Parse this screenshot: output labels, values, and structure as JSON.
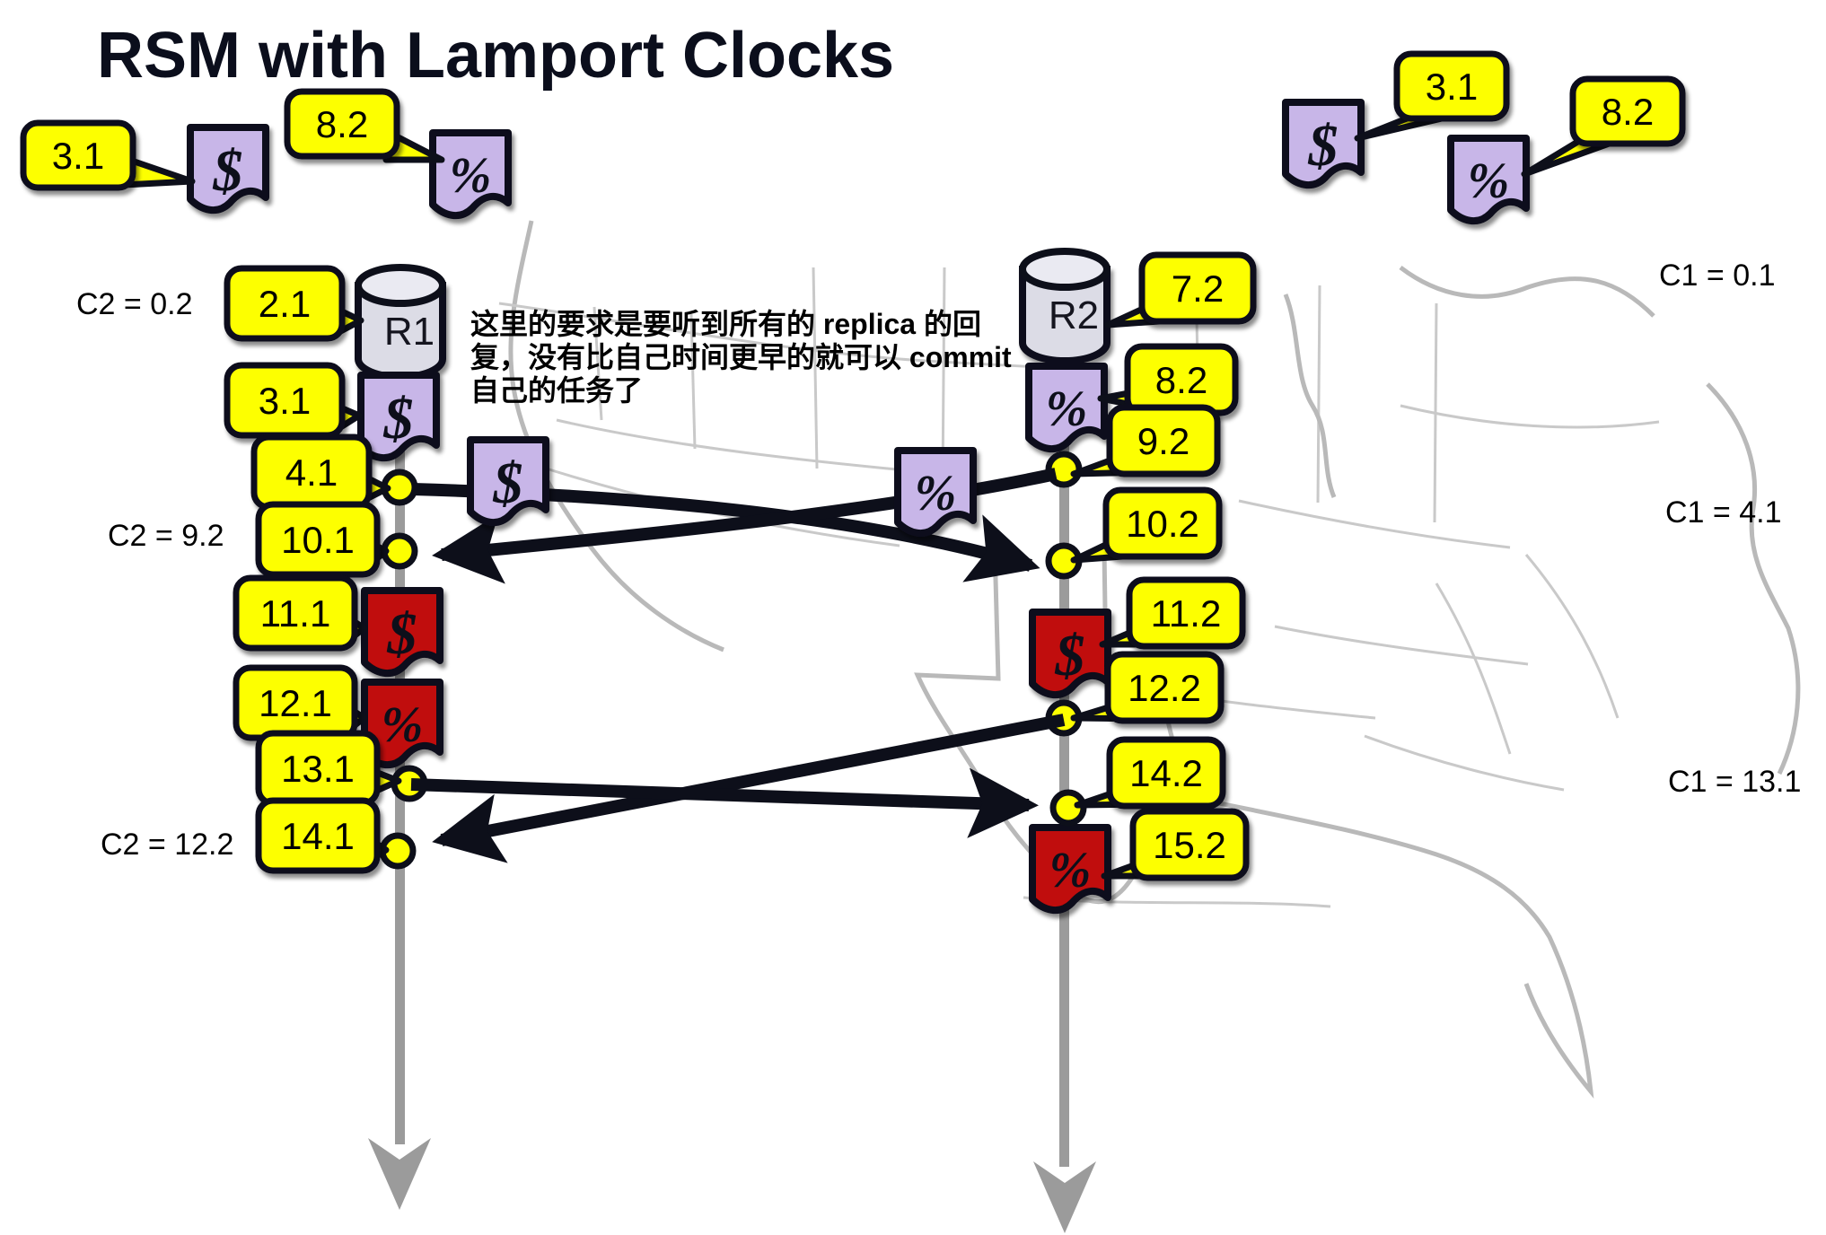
{
  "title": "RSM with Lamport Clocks",
  "annotation": [
    "这里的要求是要听到所有的 replica 的回",
    "复，没有比自己时间更早的就可以 commit",
    "自己的任务了"
  ],
  "replicas": {
    "r1": "R1",
    "r2": "R2"
  },
  "glyphs": {
    "dollar": "$",
    "percent": "%"
  },
  "clock_labels": {
    "left": [
      "C2 = 0.2",
      "C2 = 9.2",
      "C2 = 12.2"
    ],
    "right": [
      "C1 = 0.1",
      "C1 = 4.1",
      "C1 = 13.1"
    ]
  },
  "corner_callouts": {
    "tl_dollar": "3.1",
    "tl_percent": "8.2",
    "tr_dollar": "3.1",
    "tr_percent": "8.2"
  },
  "r1_callouts": [
    "2.1",
    "3.1",
    "4.1",
    "10.1",
    "11.1",
    "12.1",
    "13.1",
    "14.1"
  ],
  "r2_callouts": [
    "7.2",
    "8.2",
    "9.2",
    "10.2",
    "11.2",
    "12.2",
    "14.2",
    "15.2"
  ],
  "colors": {
    "callout_yellow": "#fdff00",
    "doc_purple": "#c8b6e8",
    "doc_red": "#c00707",
    "timeline_gray": "#9b9b9b",
    "outline": "#0d0f1a"
  }
}
